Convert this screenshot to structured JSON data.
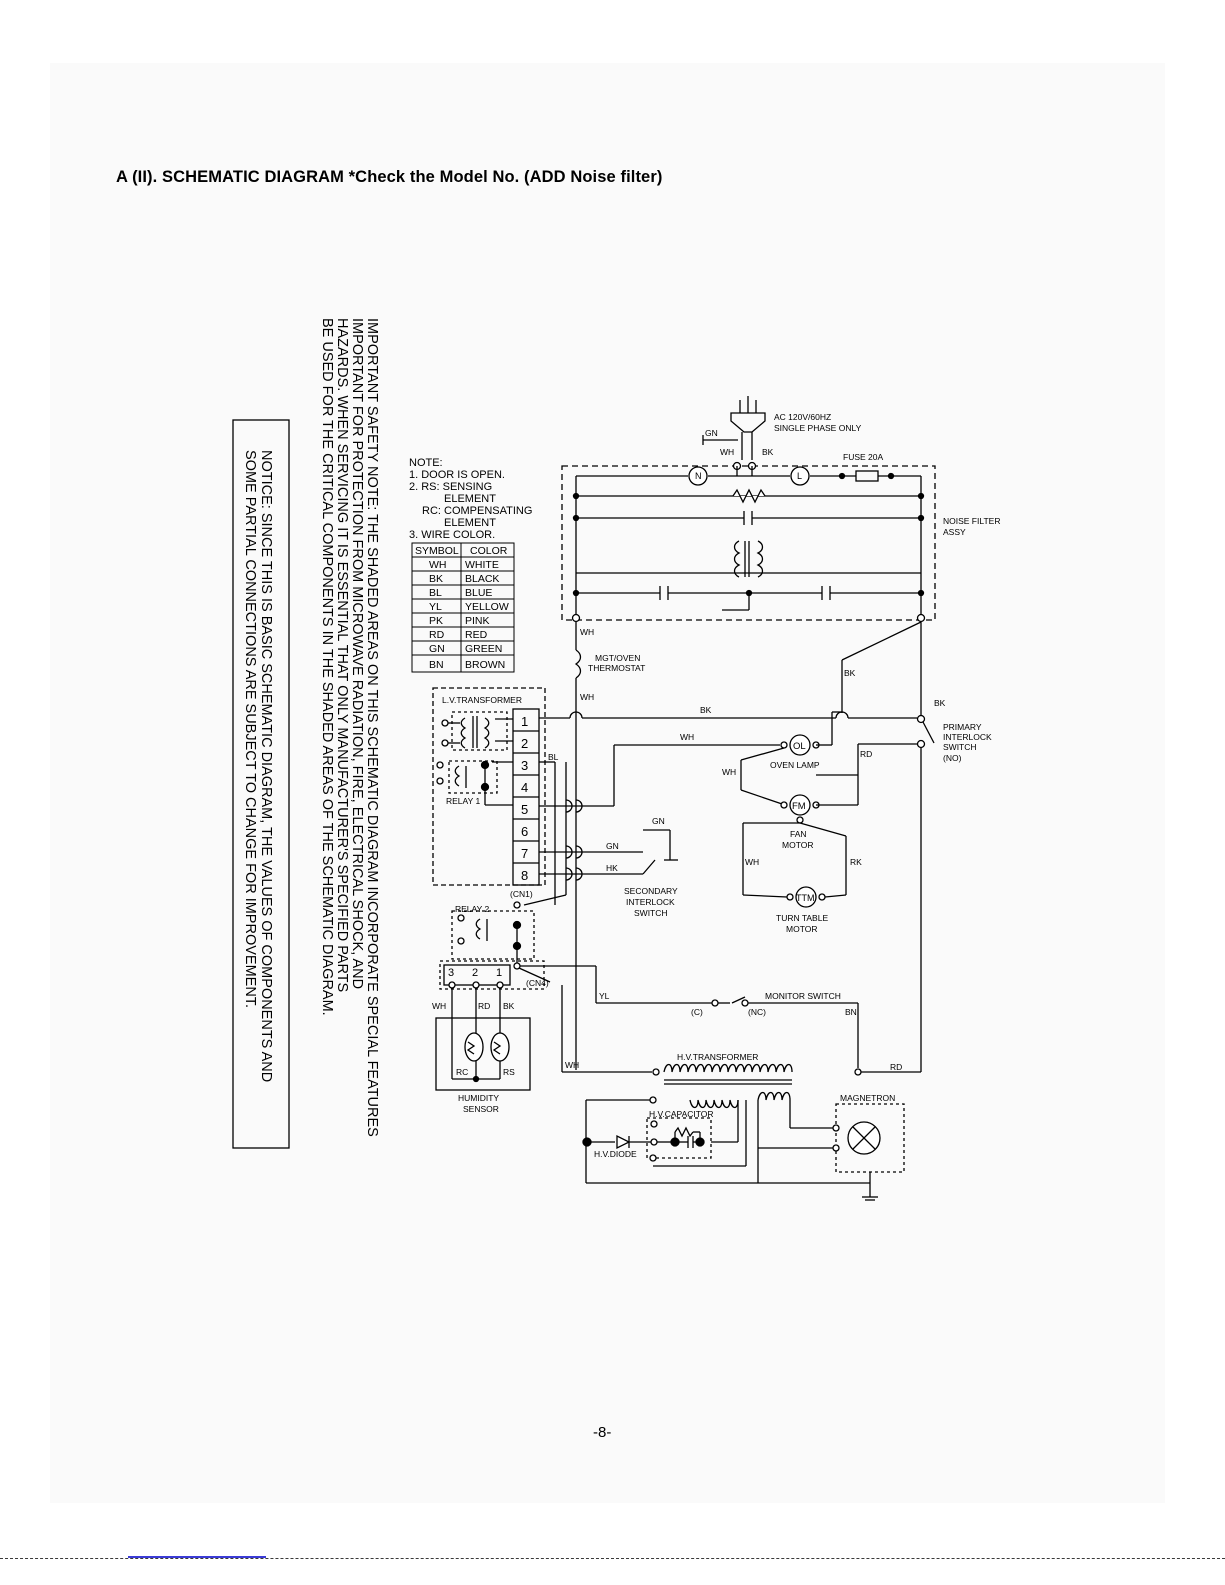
{
  "page": {
    "title": "A (II).  SCHEMATIC DIAGRAM *Check the Model No. (ADD Noise filter)",
    "page_number": "-8-"
  },
  "notice": {
    "line1": "NOTICE: SINCE THIS IS BASIC SCHEMATIC DIAGRAM, THE VALUES OF COMPONENTS AND",
    "line2": "SOME PARTIAL CONNECTIONS ARE SUBJECT TO CHANGE FOR IMPROVEMENT."
  },
  "safety_note": {
    "line1": "IMPORTANT SAFETY NOTE: THE SHADED AREAS ON THIS SCHEMATIC DIAGRAM INCORPORATE SPECIAL FEATURES",
    "line2": "IMPORTANT FOR PROTECTION FROM MICROWAVE RADIATION, FIRE, ELECTRICAL SHOCK, AND",
    "line3": "HAZARDS. WHEN SERVICING IT IS ESSENTIAL THAT ONLY MANUFACTURER'S SPECIFIED PARTS",
    "line4": "BE USED FOR THE CRITICAL COMPONENTS IN THE SHADED AREAS OF THE SCHEMATIC DIAGRAM."
  },
  "notes": {
    "heading": "NOTE:",
    "n1": "1. DOOR IS OPEN.",
    "n2a": "2. RS: SENSING",
    "n2b": "ELEMENT",
    "n2c": "RC: COMPENSATING",
    "n2d": "ELEMENT",
    "n3": "3. WIRE COLOR."
  },
  "wire_colors": {
    "header_symbol": "SYMBOL",
    "header_color": "COLOR",
    "rows": [
      {
        "symbol": "WH",
        "color": "WHITE"
      },
      {
        "symbol": "BK",
        "color": "BLACK"
      },
      {
        "symbol": "BL",
        "color": "BLUE"
      },
      {
        "symbol": "YL",
        "color": "YELLOW"
      },
      {
        "symbol": "PK",
        "color": "PINK"
      },
      {
        "symbol": "RD",
        "color": "RED"
      },
      {
        "symbol": "GN",
        "color": "GREEN"
      },
      {
        "symbol": "BN",
        "color": "BROWN"
      }
    ]
  },
  "labels": {
    "ac_line1": "AC 120V/60HZ",
    "ac_line2": "SINGLE PHASE ONLY",
    "gn_plug": "GN",
    "wh_plug": "WH",
    "bk_plug": "BK",
    "fuse": "FUSE 20A",
    "node_n": "N",
    "node_l": "L",
    "noise_filter1": "NOISE FILTER",
    "noise_filter2": "ASSY",
    "wh_filter": "WH",
    "thermostat1": "MGT/OVEN",
    "thermostat2": "THERMOSTAT",
    "wh_thermo": "WH",
    "bk_right": "BK",
    "bk_far_right": "BK",
    "bk_main": "BK",
    "wh_lamp": "WH",
    "wh_fan": "WH",
    "rd_lamp": "RD",
    "lv_transformer": "L.V.TRANSFORMER",
    "relay1": "RELAY 1",
    "relay2": "RELAY 2",
    "bl": "BL",
    "cn1": "(CN1)",
    "cn4": "(CN4)",
    "primary1": "PRIMARY",
    "primary2": "INTERLOCK",
    "primary3": "SWITCH",
    "primary4": "(NO)",
    "ol": "OL",
    "oven_lamp": "OVEN LAMP",
    "fm": "FM",
    "fan1": "FAN",
    "fan2": "MOTOR",
    "wh_ttm": "WH",
    "rk_ttm": "RK",
    "ttm": "TTM",
    "turntable1": "TURN TABLE",
    "turntable2": "MOTOR",
    "gn_sec": "GN",
    "gn_top": "GN",
    "hk_sec": "HK",
    "secondary1": "SECONDARY",
    "secondary2": "INTERLOCK",
    "secondary3": "SWITCH",
    "yl": "YL",
    "monitor": "MONITOR SWITCH",
    "c": "(C)",
    "nc": "(NC)",
    "bn": "BN",
    "wh_hv": "WH",
    "rd_hv": "RD",
    "hv_transformer": "H.V.TRANSFORMER",
    "hv_capacitor": "H.V.CAPACITOR",
    "hv_diode": "H.V.DIODE",
    "magnetron": "MAGNETRON",
    "wh_hum": "WH",
    "rd_hum": "RD",
    "bk_hum": "BK",
    "rc": "RC",
    "rs": "RS",
    "humidity1": "HUMIDITY",
    "humidity2": "SENSOR",
    "cn4_1": "1",
    "cn4_2": "2",
    "cn4_3": "3"
  },
  "terminals": [
    "1",
    "2",
    "3",
    "4",
    "5",
    "6",
    "7",
    "8"
  ]
}
